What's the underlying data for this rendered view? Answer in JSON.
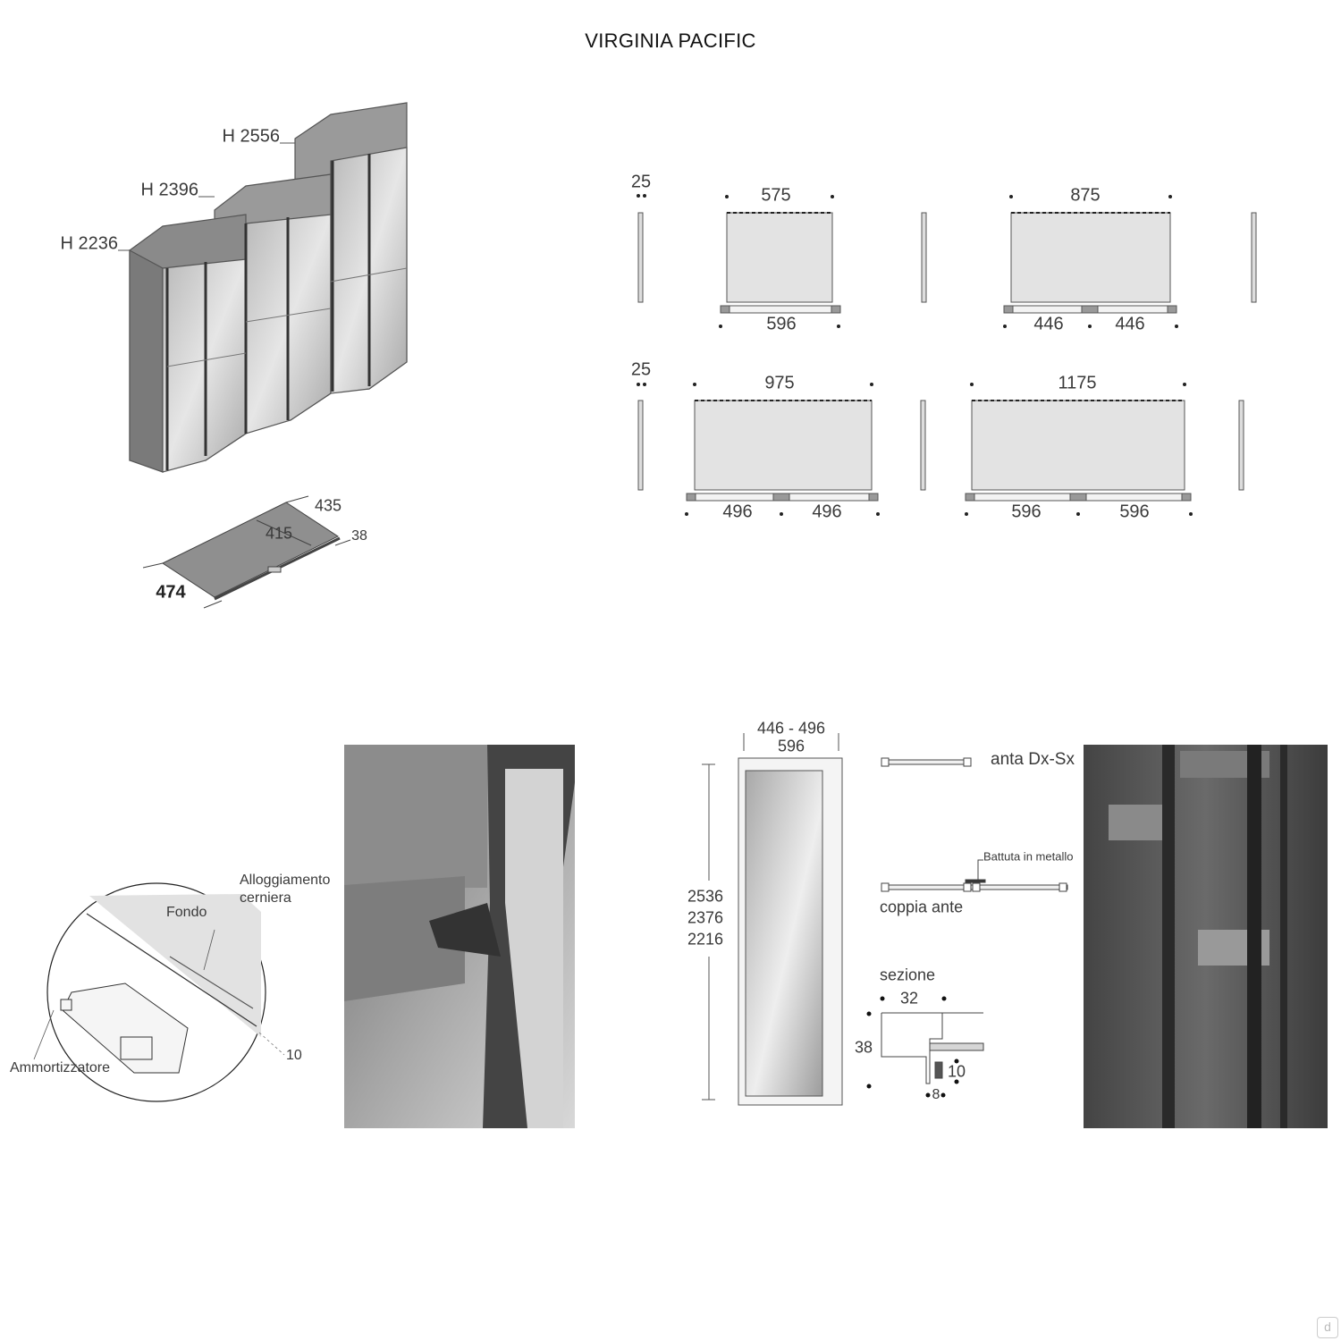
{
  "title": "VIRGINIA PACIFIC",
  "wardrobe": {
    "heights": [
      "H 2556",
      "H 2396",
      "H 2236"
    ]
  },
  "module_plan": {
    "depth_total": "474",
    "depth_outer": "435",
    "depth_inner": "415",
    "door_thickness": "38"
  },
  "width_plans": [
    {
      "side_panel": "25",
      "width": "575",
      "doors": [
        "596"
      ]
    },
    {
      "width": "875",
      "doors": [
        "446",
        "446"
      ]
    },
    {
      "side_panel": "25",
      "width": "975",
      "doors": [
        "496",
        "496"
      ]
    },
    {
      "width": "1175",
      "doors": [
        "596",
        "596"
      ]
    }
  ],
  "hinge_detail": {
    "label_housing": "Alloggiamento cerniera",
    "label_housing_line1": "Alloggiamento",
    "label_housing_line2": "cerniera",
    "label_back": "Fondo",
    "label_damper": "Ammortizzatore",
    "dim": "10"
  },
  "door_elevation": {
    "widths_line1": "446 - 496",
    "widths_line2": "596",
    "heights": [
      "2536",
      "2376",
      "2216"
    ]
  },
  "door_sections": {
    "single": "anta Dx-Sx",
    "pair": "coppia ante",
    "metal_stop": "Battuta in metallo",
    "section_label": "sezione",
    "dim_width": "32",
    "dim_depth": "38",
    "dim_glass": "10",
    "dim_gap": "8"
  },
  "logo": "d"
}
